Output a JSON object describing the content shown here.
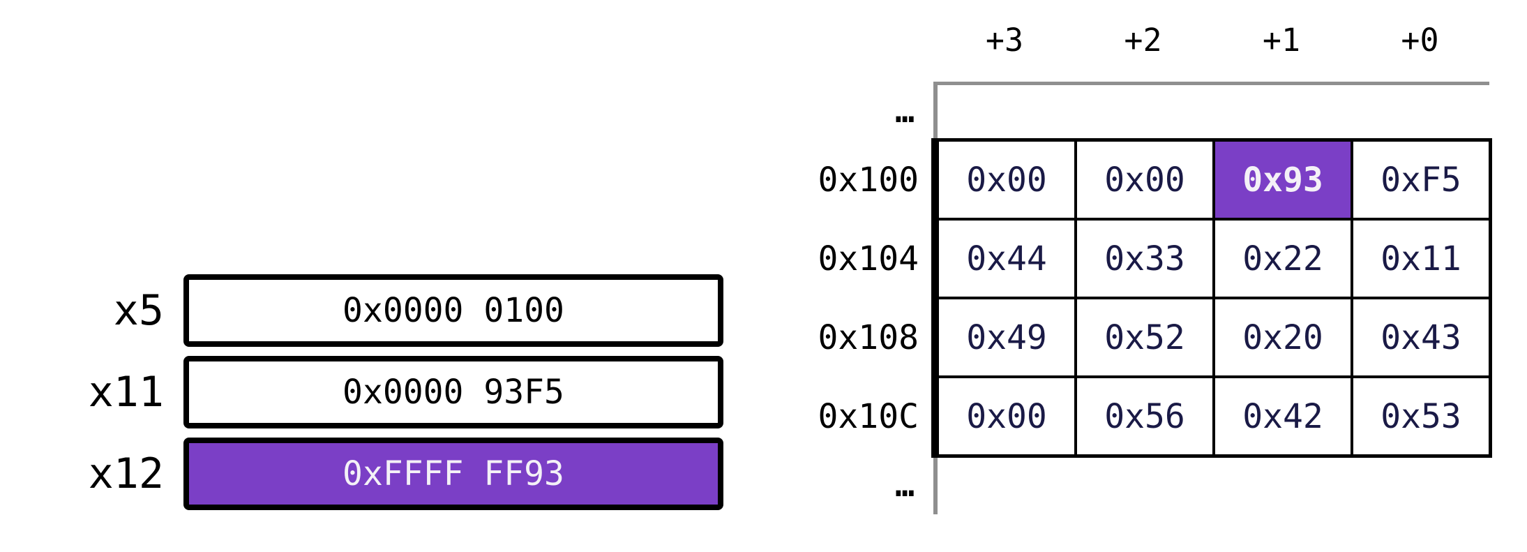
{
  "colors": {
    "accent_purple": "#7B3FC6",
    "cell_text_navy": "#1A1A46",
    "light_text": "#F4F1F7",
    "gray_line": "#8F8F8F",
    "black": "#000000",
    "background": "#FFFFFF"
  },
  "registers": [
    {
      "name": "x5",
      "value": "0x0000 0100",
      "highlighted": false
    },
    {
      "name": "x11",
      "value": "0x0000 93F5",
      "highlighted": false
    },
    {
      "name": "x12",
      "value": "0xFFFF FF93",
      "highlighted": true
    }
  ],
  "memory": {
    "col_headers": [
      "+3",
      "+2",
      "+1",
      "+0"
    ],
    "ellipsis_top": "…",
    "ellipsis_bottom": "…",
    "rows": [
      {
        "address": "0x100",
        "bytes": [
          "0x00",
          "0x00",
          "0x93",
          "0xF5"
        ],
        "highlight_col": 2
      },
      {
        "address": "0x104",
        "bytes": [
          "0x44",
          "0x33",
          "0x22",
          "0x11"
        ],
        "highlight_col": -1
      },
      {
        "address": "0x108",
        "bytes": [
          "0x49",
          "0x52",
          "0x20",
          "0x43"
        ],
        "highlight_col": -1
      },
      {
        "address": "0x10C",
        "bytes": [
          "0x00",
          "0x56",
          "0x42",
          "0x53"
        ],
        "highlight_col": -1
      }
    ]
  }
}
